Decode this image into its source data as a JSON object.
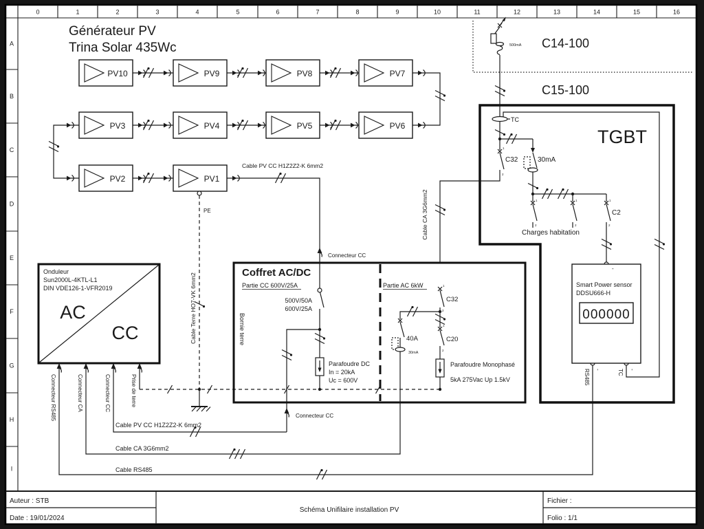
{
  "generator": {
    "title": "Générateur PV",
    "subtitle": "Trina Solar 435Wc"
  },
  "grid": {
    "cols": [
      "0",
      "1",
      "2",
      "3",
      "4",
      "5",
      "6",
      "7",
      "8",
      "9",
      "10",
      "11",
      "12",
      "13",
      "14",
      "15",
      "16"
    ],
    "rows": [
      "A",
      "B",
      "C",
      "D",
      "E",
      "F",
      "G",
      "H",
      "I"
    ]
  },
  "pv": {
    "panels": [
      "PV10",
      "PV9",
      "PV8",
      "PV7",
      "PV3",
      "PV4",
      "PV5",
      "PV6",
      "PV2",
      "PV1"
    ]
  },
  "supply": {
    "c14_label": "C14-100",
    "c15_label": "C15-100",
    "fuse_rating": "500mA"
  },
  "tgbt": {
    "title": "TGBT",
    "tc_label": "TC",
    "breaker_c32": "C32",
    "rcd_rating": "30mA",
    "breaker_c2": "C2",
    "charges_label": "Charges habitation"
  },
  "sensor": {
    "name": "Smart Power sensor",
    "model": "DDSU666-H",
    "display_value": "000000",
    "rs485_label": "RS485",
    "tc_label": "TC",
    "minus": "-"
  },
  "coffret": {
    "title": "Coffret AC/DC",
    "partie_cc": "Partie CC 600V/25A",
    "partie_ac": "Partie AC 6kW",
    "dc_switch_rating_1": "500V/50A",
    "dc_switch_rating_2": "600V/25A",
    "spd_dc_name": "Parafoudre DC",
    "spd_dc_in": "In = 20kA",
    "spd_dc_uc": "Uc = 600V",
    "borne_terre": "Bornie terre",
    "breaker_c32": "C32",
    "rcd_rating": "40A",
    "rcd_ma": "30mA",
    "breaker_c20": "C20",
    "spd_ac_name": "Parafoudre Monophasé",
    "spd_ac_spec": "5kA 275Vac Up 1.5kV"
  },
  "onduleur": {
    "name": "Onduleur",
    "model": "Sun2000L-4KTL-L1",
    "norm": "DIN VDE126-1-VFR2019",
    "ac_label": "AC",
    "cc_label": "CC",
    "terminals": [
      "Connecteur RS485",
      "Connecteur CA",
      "Connecteur CC",
      "Prise de terre"
    ]
  },
  "cables": {
    "pv_cc": "Cable PV CC H1Z2Z2-K 6mm2",
    "terre": "Cable Terre HO7-VK 6mm2",
    "ca": "Cable CA 3G6mm2",
    "rs485": "Cable RS485",
    "pe_label": "PE",
    "connecteur_cc": "Connecteur CC"
  },
  "terminal": {
    "n1": "1",
    "n2": "2"
  },
  "titleblock": {
    "auteur": "Auteur : STB",
    "date": "Date : 19/01/2024",
    "title": "Schéma Unifilaire installation PV",
    "fichier": "Fichier :",
    "folio": "Folio : 1/1"
  }
}
